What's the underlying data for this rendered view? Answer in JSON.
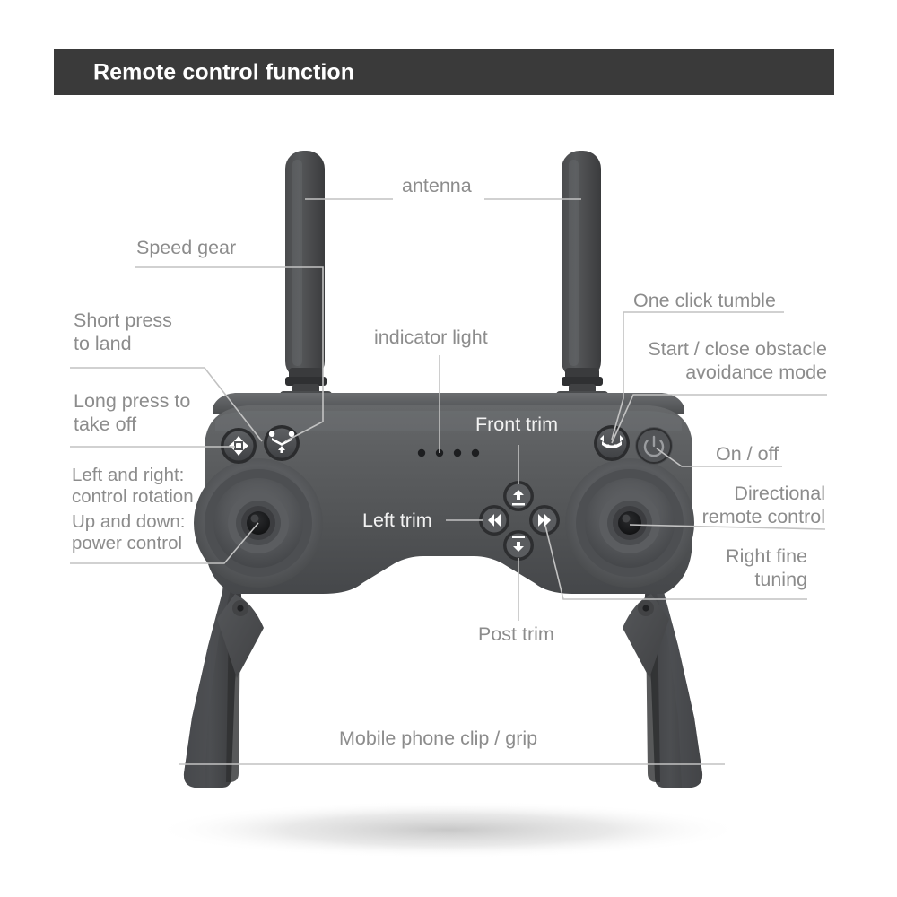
{
  "header": {
    "title": "Remote control function",
    "bar_color": "#3a3a3a",
    "text_color": "#ffffff"
  },
  "page": {
    "background_color": "#ffffff",
    "label_color": "#8c8c8c",
    "leader_line_color": "#bfbfbf",
    "device_body_color": "#57585a",
    "device_dark_color": "#3c3d3f"
  },
  "callouts": [
    {
      "id": "antenna",
      "text": "antenna"
    },
    {
      "id": "speed_gear",
      "text": "Speed gear"
    },
    {
      "id": "short_press",
      "text": "Short press\nto land"
    },
    {
      "id": "long_press",
      "text": "Long press to\ntake off"
    },
    {
      "id": "left_right_rotation",
      "text": "Left and right:\ncontrol rotation"
    },
    {
      "id": "up_down_power",
      "text": "Up and down:\npower control"
    },
    {
      "id": "indicator_light",
      "text": "indicator light"
    },
    {
      "id": "front_trim",
      "text": "Front trim"
    },
    {
      "id": "left_trim",
      "text": "Left trim"
    },
    {
      "id": "post_trim",
      "text": "Post trim"
    },
    {
      "id": "one_click_tumble",
      "text": "One click tumble"
    },
    {
      "id": "obstacle_avoidance",
      "text": "Start / close obstacle\navoidance mode"
    },
    {
      "id": "on_off",
      "text": "On / off"
    },
    {
      "id": "directional_remote",
      "text": "Directional\nremote control"
    },
    {
      "id": "right_fine_tuning",
      "text": "Right fine\ntuning"
    },
    {
      "id": "mobile_clip",
      "text": "Mobile phone clip / grip"
    }
  ],
  "device": {
    "name": "drone-remote-controller",
    "parts": {
      "antenna_left": "antenna-left",
      "antenna_right": "antenna-right",
      "indicator_lights_count": 4,
      "joystick_left": "left-joystick",
      "joystick_right": "right-joystick",
      "button_speed_gear": "speed-gear-button",
      "button_takeoff_land": "takeoff-land-button",
      "button_tumble": "one-click-tumble-button",
      "button_power": "power-button",
      "trim_up": "front-trim-button",
      "trim_left": "left-trim-button",
      "trim_right": "right-trim-button",
      "trim_down": "post-trim-button",
      "clip_left": "phone-clip-left",
      "clip_right": "phone-clip-right"
    }
  }
}
